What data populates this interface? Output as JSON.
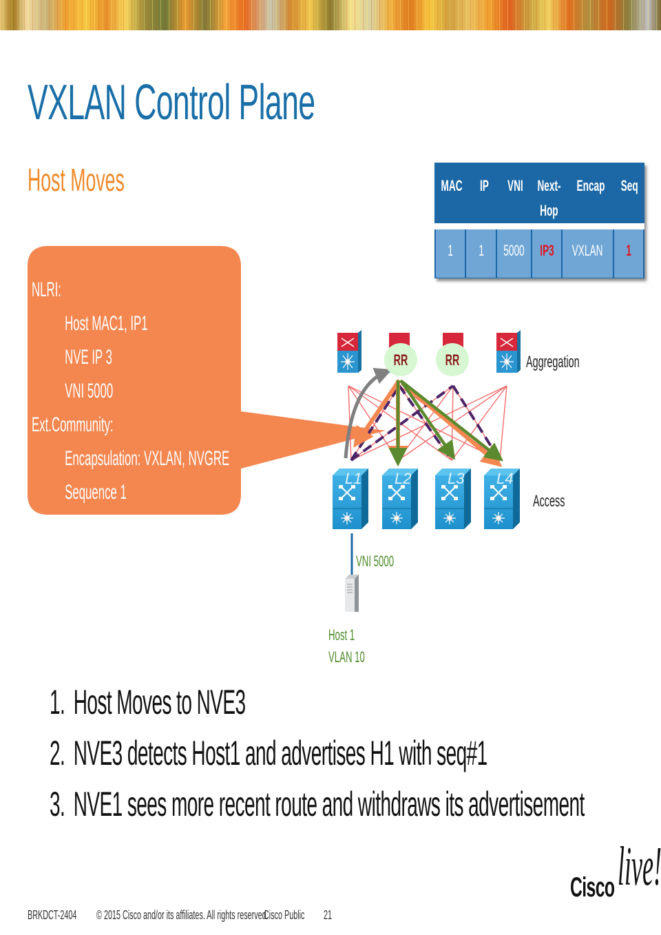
{
  "header": {
    "title": "VXLAN Control Plane",
    "subtitle": "Host Moves"
  },
  "route_table": {
    "headers": [
      "MAC",
      "IP",
      "VNI",
      "Next-",
      "Encap",
      "Seq"
    ],
    "header_line2": "Hop",
    "row": [
      "1",
      "1",
      "5000",
      "IP3",
      "VXLAN",
      "1"
    ],
    "highlight_color": "#e3141c"
  },
  "callout": {
    "lines": [
      {
        "text": "NLRI:",
        "indent": false
      },
      {
        "text": "Host MAC1, IP1",
        "indent": true
      },
      {
        "text": "NVE IP 3",
        "indent": true
      },
      {
        "text": "VNI 5000",
        "indent": true
      },
      {
        "text": "Ext.Community:",
        "indent": false
      },
      {
        "text": "Encapsulation: VXLAN, NVGRE",
        "indent": true
      },
      {
        "text": "Sequence 1",
        "indent": true
      }
    ],
    "color": "#f4864f"
  },
  "diagram": {
    "aggregation_label": "Aggregation",
    "access_label": "Access",
    "rr_label": "RR",
    "leaf_labels": [
      "L1",
      "L2",
      "L3",
      "L4"
    ],
    "vni_label": "VNI 5000",
    "host_label": "Host 1",
    "vlan_label": "VLAN 10"
  },
  "steps": [
    {
      "num": "1.",
      "text": "Host Moves to NVE3"
    },
    {
      "num": "2.",
      "text": "NVE3 detects Host1 and advertises H1 with seq#1"
    },
    {
      "num": "3.",
      "text": "NVE1 sees more recent route and withdraws its advertisement"
    }
  ],
  "footer": {
    "session": "BRKDCT-2404",
    "copyright": "© 2015 Cisco and/or its affiliates. All rights reserved.",
    "classification": "Cisco Public",
    "page": "21"
  },
  "logo": {
    "brand": "Cisco",
    "event": "live!"
  }
}
